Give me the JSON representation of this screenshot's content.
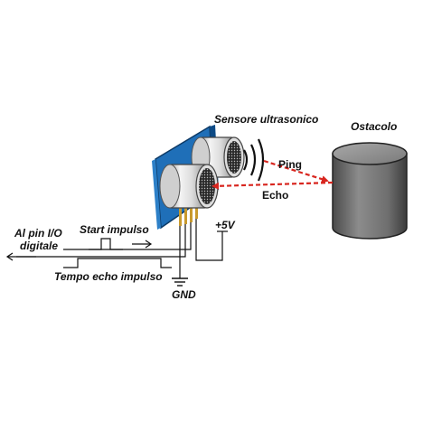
{
  "labels": {
    "sensor": "Sensore ultrasonico",
    "obstacle": "Ostacolo",
    "ping": "Ping",
    "echo": "Echo",
    "pin_line1": "Al pin I/O",
    "pin_line2": "digitale",
    "start_pulse": "Start impulso",
    "echo_time": "Tempo echo impulso",
    "vcc": "+5V",
    "gnd": "GND"
  },
  "colors": {
    "sensor_board": "#1f6fb8",
    "ping_arrow": "#d8261f",
    "obstacle": "#6a6a6a",
    "wire": "#111111"
  }
}
